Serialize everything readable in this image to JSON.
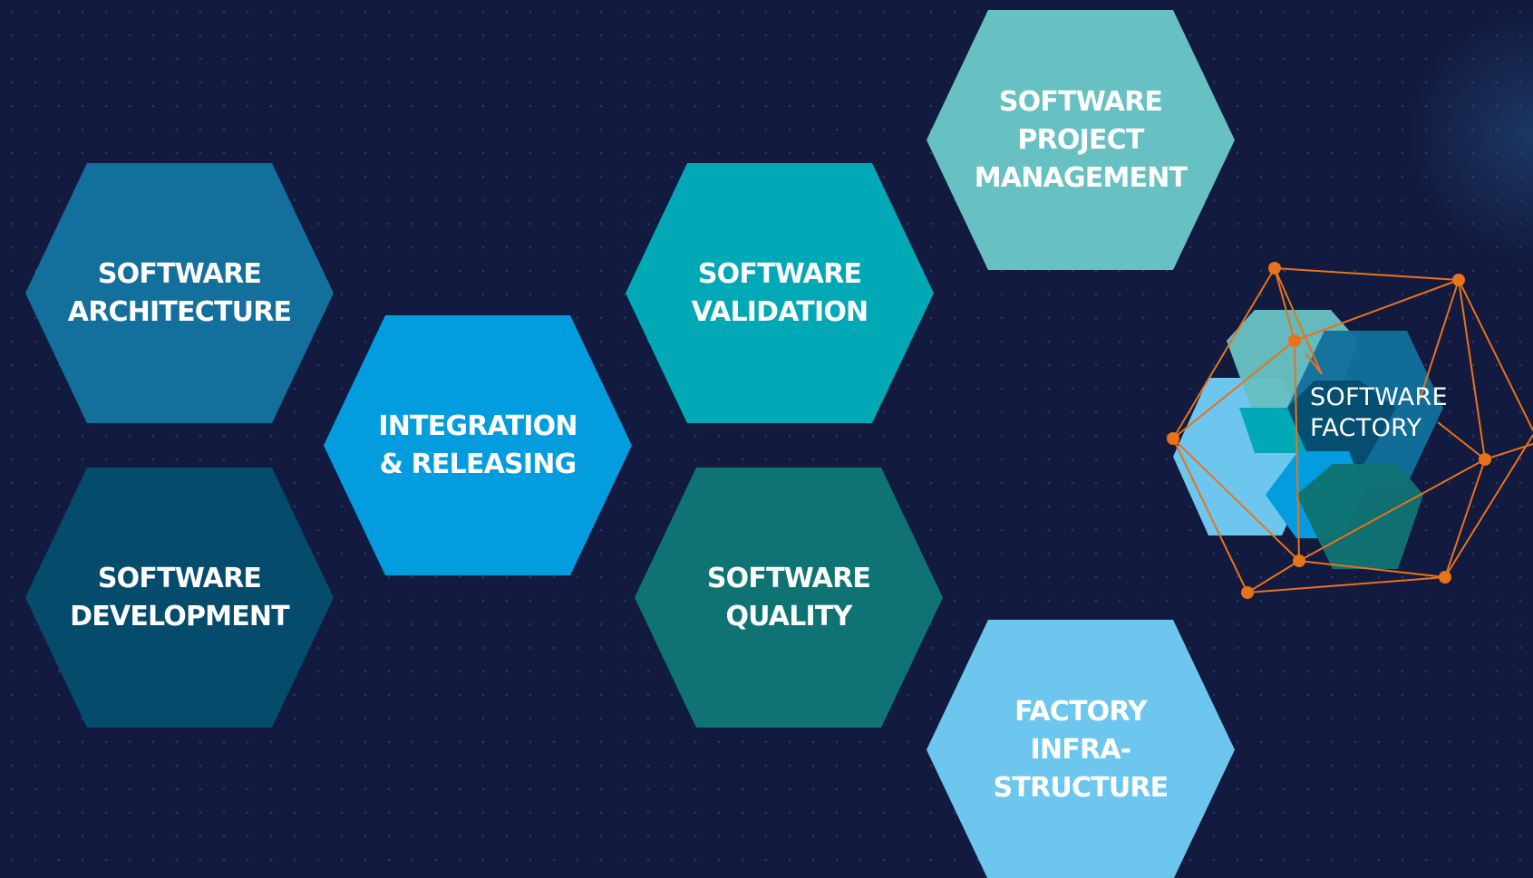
{
  "hexagons": [
    {
      "id": "architecture",
      "label": "SOFTWARE\nARCHITECTURE",
      "color": "#136f9c"
    },
    {
      "id": "development",
      "label": "SOFTWARE\nDEVELOPMENT",
      "color": "#044b6c"
    },
    {
      "id": "integration",
      "label": "INTEGRATION\n& RELEASING",
      "color": "#039ddf"
    },
    {
      "id": "validation",
      "label": "SOFTWARE\nVALIDATION",
      "color": "#01a8b6"
    },
    {
      "id": "quality",
      "label": "SOFTWARE\nQUALITY",
      "color": "#0f7373"
    },
    {
      "id": "project",
      "label": "SOFTWARE\nPROJECT\nMANAGEMENT",
      "color": "#67c0c1"
    },
    {
      "id": "infra",
      "label": "FACTORY\nINFRA-\nSTRUCTURE",
      "color": "#6cc6ee"
    }
  ],
  "factory": {
    "line1": "SOFTWARE",
    "line2": "FACTORY",
    "network_color": "#e8731a"
  },
  "colors": {
    "background": "#121a3f"
  }
}
